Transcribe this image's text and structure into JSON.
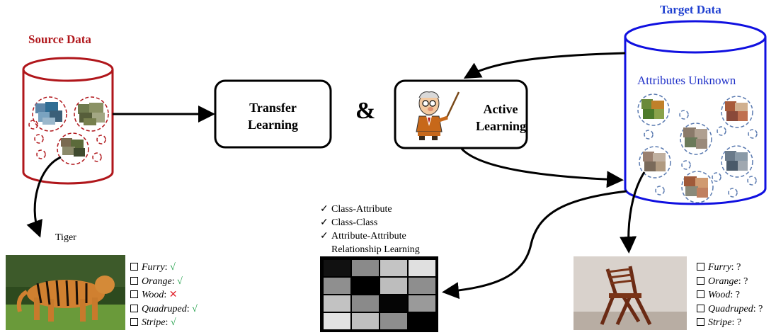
{
  "source": {
    "title": "Source Data"
  },
  "target": {
    "title": "Target Data",
    "subtitle": "Attributes Unknown"
  },
  "transfer_box": {
    "line1": "Transfer",
    "line2": "Learning"
  },
  "connector": "&",
  "active_box": {
    "line1": "Active",
    "line2": "Learning"
  },
  "tiger": {
    "label": "Tiger",
    "attributes": [
      {
        "name": "Furry",
        "value": "√"
      },
      {
        "name": "Orange",
        "value": "√"
      },
      {
        "name": "Wood",
        "value": "✕"
      },
      {
        "name": "Quadruped",
        "value": "√"
      },
      {
        "name": "Stripe",
        "value": "√"
      }
    ]
  },
  "chair": {
    "attributes": [
      {
        "name": "Furry",
        "value": "?"
      },
      {
        "name": "Orange",
        "value": "?"
      },
      {
        "name": "Wood",
        "value": "?"
      },
      {
        "name": "Quadruped",
        "value": "?"
      },
      {
        "name": "Stripe",
        "value": "?"
      }
    ]
  },
  "relationship": {
    "items": [
      "Class-Attribute",
      "Class-Class",
      "Attribute-Attribute"
    ],
    "continuation": "Relationship Learning",
    "check_glyph": "✓"
  },
  "colors": {
    "source_red": "#b0161b",
    "target_blue": "#1e3fd0",
    "check_green": "#22a04a",
    "cross_red": "#e0202a"
  },
  "matrix_grays": [
    [
      "#111111",
      "#8a8a8a",
      "#c4c4c4",
      "#e0e0e0"
    ],
    [
      "#8f8f8f",
      "#000000",
      "#bdbdbd",
      "#8e8e8e"
    ],
    [
      "#c2c2c2",
      "#8a8a8a",
      "#050505",
      "#9a9a9a"
    ],
    [
      "#e2e2e2",
      "#c0c0c0",
      "#8d8d8d",
      "#000000"
    ]
  ]
}
